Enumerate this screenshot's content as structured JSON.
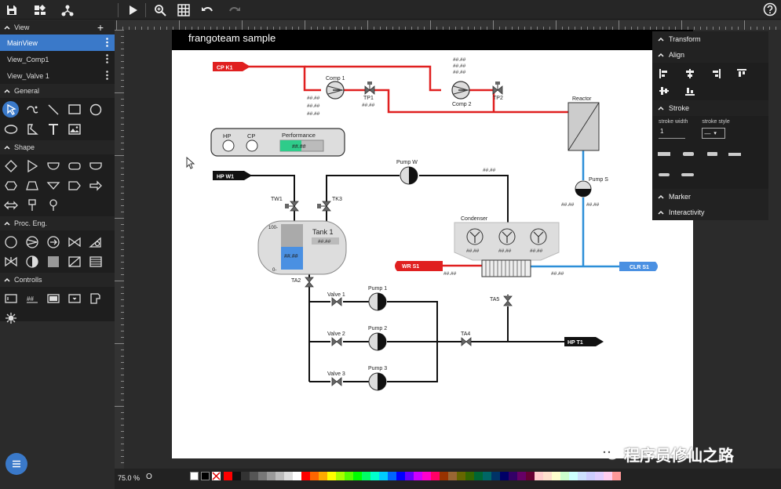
{
  "toolbar": {
    "buttons": [
      "save-icon",
      "dashboard-icon",
      "tree-icon",
      "play-icon",
      "zoom-in-icon",
      "grid-icon",
      "undo-icon",
      "redo-icon",
      "help-icon"
    ]
  },
  "sidebar": {
    "view_header": "View",
    "views": [
      {
        "label": "MainView",
        "selected": true
      },
      {
        "label": "View_Comp1",
        "selected": false
      },
      {
        "label": "View_Valve 1",
        "selected": false
      }
    ],
    "general_header": "General",
    "shape_header": "Shape",
    "proc_header": "Proc. Eng.",
    "controls_header": "Controlls"
  },
  "sheet": {
    "title": "frangoteam sample"
  },
  "diagram": {
    "arrows": {
      "cp_k1": "CP K1",
      "hp_w1": "HP W1",
      "wr_s1": "WR S1",
      "clr_s1": "CLR S1",
      "hp_t1": "HP T1"
    },
    "labels": {
      "comp1": "Comp 1",
      "comp2": "Comp 2",
      "tp1": "TP1",
      "tp2": "TP2",
      "reactor": "Reactor",
      "pump_w": "Pump  W",
      "pump_s": "Pump S",
      "tw1": "TW1",
      "tk3": "TK3",
      "tank1": "Tank 1",
      "tank_max": "100-",
      "tank_min": "0-",
      "condenser": "Condenser",
      "ta2": "TA2",
      "ta4": "TA4",
      "ta5": "TA5",
      "valve1": "Valve 1",
      "valve2": "Valve 2",
      "valve3": "Valve 3",
      "pump1": "Pump 1",
      "pump2": "Pump 2",
      "pump3": "Pump 3",
      "hp": "HP",
      "cp": "CP",
      "performance": "Performance"
    },
    "placeholder": "##.##"
  },
  "right_panel": {
    "transform": "Transform",
    "align": "Align",
    "stroke": "Stroke",
    "stroke_width_label": "stroke width",
    "stroke_style_label": "stroke style",
    "stroke_width_value": "1",
    "stroke_style_value": "—",
    "marker": "Marker",
    "interactivity": "Interactivity"
  },
  "status": {
    "zoom": "75.0 %",
    "zoom_reset": "O"
  },
  "colors": {
    "accent": "#3a79c9",
    "pipe_red": "#e02020",
    "pipe_blue": "#2d8fd8",
    "palette": [
      "#ffffff",
      "#000000",
      "#cccccc",
      "#ff0000",
      "#111111",
      "#333333",
      "#555555",
      "#777777",
      "#999999",
      "#bbbbbb",
      "#dddddd",
      "#ffffff",
      "#ff0000",
      "#ff6600",
      "#ffaa00",
      "#ffff00",
      "#aaff00",
      "#55ff00",
      "#00ff00",
      "#00ff66",
      "#00ffcc",
      "#00ccff",
      "#0066ff",
      "#0000ff",
      "#6600ff",
      "#cc00ff",
      "#ff00cc",
      "#ff0066",
      "#993300",
      "#996633",
      "#666600",
      "#336600",
      "#006633",
      "#006666",
      "#003366",
      "#000066",
      "#330066",
      "#660066",
      "#660033",
      "#ffcccc",
      "#ffe0cc",
      "#ffffcc",
      "#ccffcc",
      "#ccffff",
      "#cce0ff",
      "#ccccff",
      "#e0ccff",
      "#ffccee",
      "#ff9999"
    ]
  },
  "watermark": "程序员修仙之路"
}
